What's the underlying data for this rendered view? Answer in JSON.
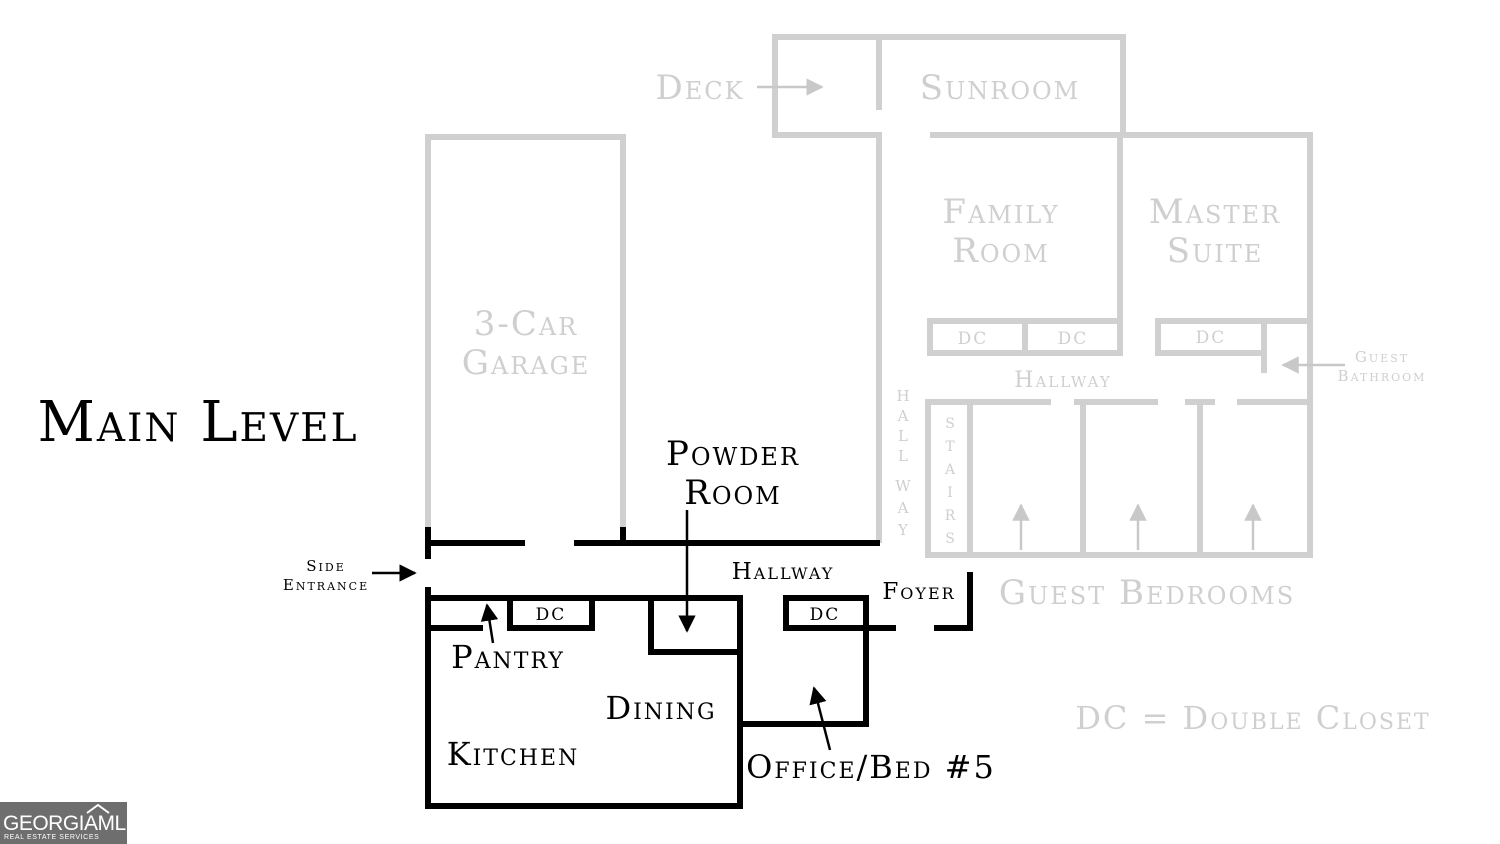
{
  "title": "Main Level",
  "rooms": {
    "deck": "Deck",
    "sunroom": "Sunroom",
    "family_room": [
      "Family",
      "Room"
    ],
    "master_suite": [
      "Master",
      "Suite"
    ],
    "garage": [
      "3-Car",
      "Garage"
    ],
    "dc": "DC",
    "hallway_upper": "Hallway",
    "guest_bathroom": [
      "Guest",
      "Bathroom"
    ],
    "hallway_vertical": [
      "H",
      "A",
      "L",
      "L",
      "W",
      "A",
      "Y"
    ],
    "stairs": [
      "S",
      "T",
      "A",
      "I",
      "R",
      "S"
    ],
    "guest_bedrooms": "Guest Bedrooms",
    "powder_room": [
      "Powder",
      "Room"
    ],
    "hallway_lower": "Hallway",
    "side_entrance": [
      "Side",
      "Entrance"
    ],
    "foyer": "Foyer",
    "pantry": "Pantry",
    "dining": "Dining",
    "kitchen": "Kitchen",
    "office": "Office/Bed #5"
  },
  "legend": "DC = Double Closet",
  "logo": {
    "brand": "GEORGIAMLS",
    "tagline": "REAL ESTATE SERVICES"
  },
  "colors": {
    "existing_area": "#d0d0d0",
    "highlighted_area": "#000000",
    "logo_bg": "#6e6e6e"
  }
}
